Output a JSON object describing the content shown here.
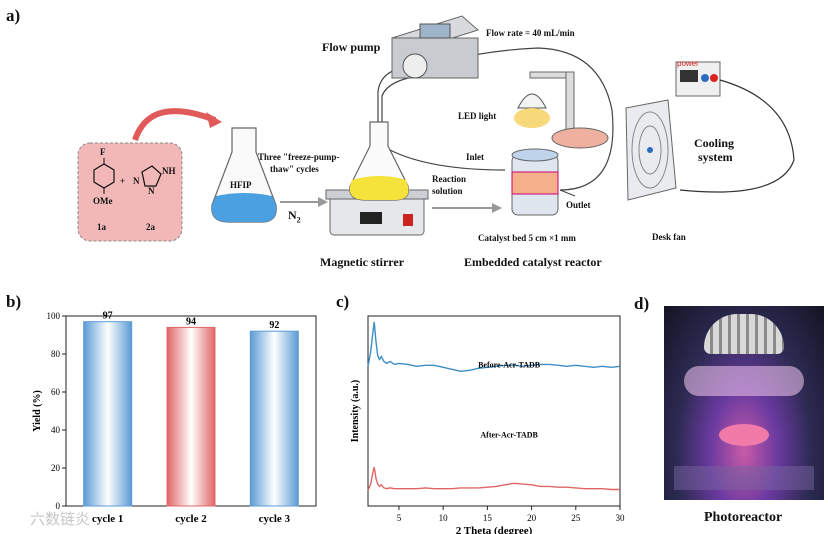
{
  "panels": {
    "a": {
      "letter": "a)",
      "reactant_box": {
        "substituent_top": "F",
        "substituent_bottom": "OMe",
        "plus": "+",
        "nh": "NH",
        "n1": "N",
        "n2": "N",
        "label_1": "1a",
        "label_2": "2a"
      },
      "solvent": "HFIP",
      "cycles_text_1": "Three \"freeze-pump-",
      "cycles_text_2": "thaw\" cycles",
      "gas": "N",
      "gas_sub": "2",
      "stirrer": "Magnetic stirrer",
      "flow_pump": "Flow pump",
      "flow_rate": "Flow rate = 40 mL/min",
      "led": "LED light",
      "inlet": "Inlet",
      "reaction_solution_1": "Reaction",
      "reaction_solution_2": "solution",
      "outlet": "Outlet",
      "catalyst_bed": "Catalyst bed 5 cm ×1 mm",
      "reactor": "Embedded catalyst reactor",
      "cooling_1": "Cooling",
      "cooling_2": "system",
      "power": "power",
      "desk_fan": "Desk fan"
    },
    "b": {
      "letter": "b)"
    },
    "c": {
      "letter": "c)"
    },
    "d": {
      "letter": "d)",
      "caption": "Photoreactor"
    }
  },
  "watermark": "六数链炎",
  "chart_data": [
    {
      "type": "bar",
      "categories": [
        "cycle 1",
        "cycle 2",
        "cycle 3"
      ],
      "values": [
        97,
        94,
        92
      ],
      "data_labels": [
        "97",
        "94",
        "92"
      ],
      "bar_colors": [
        "#5b9bd5",
        "#e06666",
        "#5b9bd5"
      ],
      "ylabel": "Yield (%)",
      "ylim": [
        0,
        100
      ],
      "yticks": [
        "0",
        "20",
        "40",
        "60",
        "80",
        "100"
      ]
    },
    {
      "type": "line",
      "xlabel": "2 Theta (degree)",
      "ylabel": "Intensity (a.u.)",
      "xlim": [
        1.5,
        30
      ],
      "xticks": [
        "5",
        "10",
        "15",
        "20",
        "25",
        "30"
      ],
      "series": [
        {
          "name": "Before-Acr-TADB",
          "color": "#3b8fc4",
          "x": [
            1.5,
            1.8,
            2.0,
            2.2,
            2.4,
            2.6,
            2.8,
            3.0,
            3.3,
            3.6,
            4.0,
            4.5,
            5,
            6,
            7,
            8,
            9,
            10,
            11,
            12,
            13,
            14,
            15,
            16,
            17,
            18,
            19,
            20,
            21,
            22,
            23,
            24,
            25,
            26,
            27,
            28,
            29,
            30
          ],
          "y": [
            55,
            70,
            85,
            100,
            80,
            66,
            62,
            65,
            60,
            58,
            60,
            57,
            58,
            57,
            55,
            56,
            56,
            54,
            52,
            50,
            51,
            53,
            54,
            55,
            56,
            56,
            55,
            56,
            57,
            57,
            56,
            55,
            56,
            55,
            54,
            55,
            54,
            55
          ]
        },
        {
          "name": "After-Acr-TADB",
          "color": "#e06666",
          "x": [
            1.5,
            1.8,
            2.0,
            2.2,
            2.4,
            2.6,
            2.8,
            3.0,
            3.3,
            3.6,
            4.0,
            4.5,
            5,
            6,
            7,
            8,
            9,
            10,
            11,
            12,
            13,
            14,
            15,
            16,
            17,
            18,
            19,
            20,
            21,
            22,
            23,
            24,
            25,
            26,
            27,
            28,
            29,
            30
          ],
          "y": [
            10,
            18,
            30,
            40,
            25,
            18,
            15,
            17,
            13,
            12,
            13,
            12,
            12,
            12,
            12,
            13,
            12,
            12,
            12,
            13,
            13,
            13,
            14,
            15,
            17,
            19,
            18,
            17,
            15,
            15,
            14,
            14,
            13,
            12,
            12,
            12,
            11,
            11
          ]
        }
      ]
    }
  ]
}
